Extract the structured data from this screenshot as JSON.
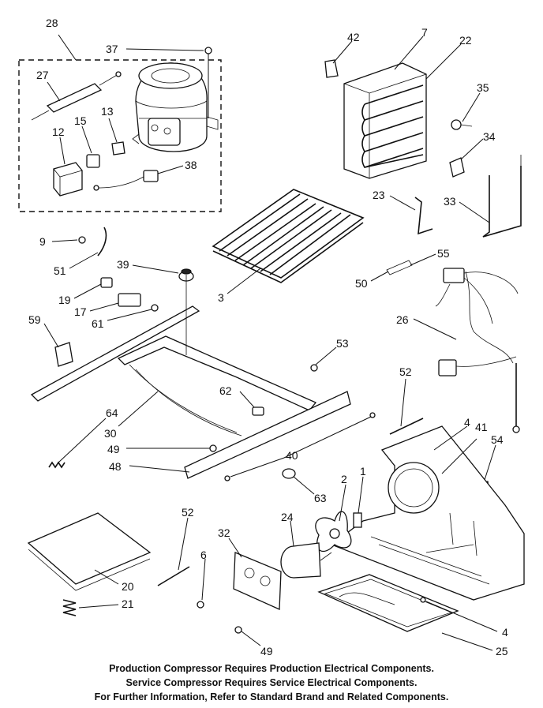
{
  "callouts": [
    "28",
    "37",
    "27",
    "15",
    "13",
    "12",
    "38",
    "42",
    "7",
    "22",
    "35",
    "34",
    "23",
    "33",
    "9",
    "51",
    "39",
    "19",
    "17",
    "61",
    "59",
    "3",
    "55",
    "50",
    "26",
    "53",
    "52",
    "62",
    "64",
    "30",
    "49",
    "40",
    "48",
    "63",
    "4",
    "41",
    "54",
    "2",
    "1",
    "52",
    "24",
    "32",
    "6",
    "20",
    "21",
    "4",
    "25",
    "49"
  ],
  "notes": [
    "Production Compressor Requires Production Electrical Components.",
    "Service Compressor Requires Service Electrical Components.",
    "For Further Information, Refer to Standard Brand and Related Components."
  ]
}
